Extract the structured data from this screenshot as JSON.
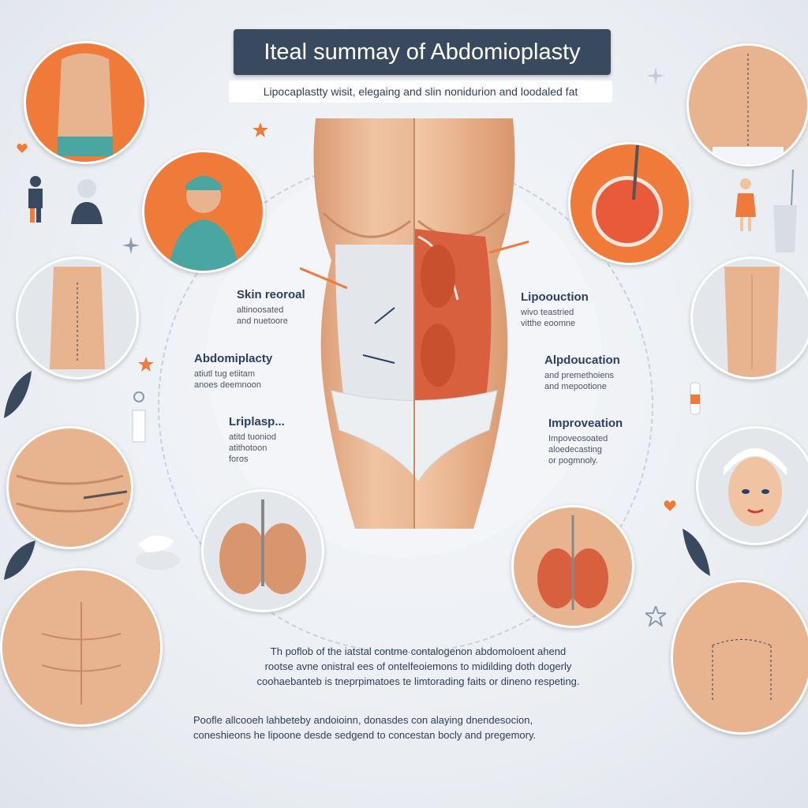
{
  "title": "Iteal summay of Abdomioplasty",
  "subtitle": "Lipocaplastty wisit, elegaing and slin nonidurion and loodaled fat",
  "labels": {
    "skin": {
      "title": "Skin reoroal",
      "line1": "altinoosated",
      "line2": "and nuetoore"
    },
    "abdominoplasty": {
      "title": "Abdomiplacty",
      "line1": "atiutl tug etiitam",
      "line2": "anoes deemnoon"
    },
    "liplasp": {
      "title": "Lriplasp...",
      "line1": "atitd tuoniod",
      "line2": "atithotoon",
      "line3": "foros"
    },
    "liposuction": {
      "title": "Lipoouction",
      "line1": "wivo teastried",
      "line2": "vitthe eoomne"
    },
    "abdoucation": {
      "title": "Alpdoucation",
      "line1": "and premethoiens",
      "line2": "and mepootione"
    },
    "improvement": {
      "title": "Improveation",
      "line1": "Impoveosoated",
      "line2": "aloedecasting",
      "line3": "or pogmnoly."
    }
  },
  "paragraph1": {
    "line1": "Th poflob of the iatstal contme contalogenon abdomoloent ahend",
    "line2": "rootse avne onistral ees of ontelfeoiemons to midilding doth dogerly",
    "line3": "coohaebanteb is tneprpimatoes te limtorading faits or dineno respeting."
  },
  "paragraph2": {
    "line1": "Poofle allcooeh lahbeteby andoioinn, donasdes con alaying dnendesocion,",
    "line2": "coneshieons he lipoone desde sedgend to concestan bocly and pregemory."
  },
  "colors": {
    "accent": "#f07a3a",
    "navy": "#3a4a5e",
    "skin": "#e8b48f",
    "muscle": "#d9603f",
    "teal": "#4aa6a0"
  }
}
